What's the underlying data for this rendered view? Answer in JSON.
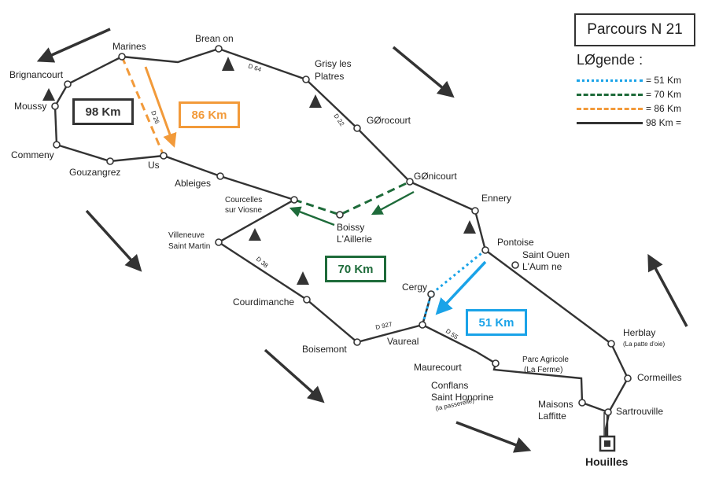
{
  "title": "Parcours N  21",
  "legend": {
    "heading": "LØgende :",
    "entries": [
      {
        "label": "= 51 Km",
        "color": "#1aa3e8",
        "style": "dotted"
      },
      {
        "label": "= 70 Km",
        "color": "#1e6b3a",
        "style": "dashed"
      },
      {
        "label": "= 86 Km",
        "color": "#f29a3a",
        "style": "dashed"
      },
      {
        "label": "98 Km  =",
        "color": "#333333",
        "style": "solid"
      }
    ]
  },
  "distance_boxes": {
    "km98": {
      "label": "98 Km",
      "color": "#333333"
    },
    "km86": {
      "label": "86 Km",
      "color": "#f29a3a"
    },
    "km70": {
      "label": "70 Km",
      "color": "#1e6b3a"
    },
    "km51": {
      "label": "51 Km",
      "color": "#1aa3e8"
    }
  },
  "places": {
    "marines": "Marines",
    "breancon": "Brean on",
    "brignancourt": "Brignancourt",
    "moussy": "Moussy",
    "commeny": "Commeny",
    "gouzangrez": "Gouzangrez",
    "us": "Us",
    "ableiges": "Ableiges",
    "grisy1": "Grisy les",
    "grisy2": "Platres",
    "gerocourt": "GØrocourt",
    "genicourt": "GØnicourt",
    "ennery": "Ennery",
    "courcelles1": "Courcelles",
    "courcelles2": "sur Viosne",
    "boissy1": "Boissy",
    "boissy2": "L'Aillerie",
    "villeneuve1": "Villeneuve",
    "villeneuve2": "Saint Martin",
    "pontoise": "Pontoise",
    "saintouen1": "Saint Ouen",
    "saintouen2": "L'Aum ne",
    "cergy": "Cergy",
    "courdimanche": "Courdimanche",
    "boisemont": "Boisemont",
    "vaureal": "Vaureal",
    "maurecourt": "Maurecourt",
    "parc1": "Parc Agricole",
    "parc2": "(La Ferme)",
    "conflans1": "Conflans",
    "conflans2": "Saint Honorine",
    "conflans3": "(la passerelle)",
    "herblay1": "Herblay",
    "herblay2": "(La patte d'oie)",
    "cormeilles": "Cormeilles",
    "maisons1": "Maisons",
    "maisons2": "Laffitte",
    "sartrouville": "Sartrouville",
    "houilles": "Houilles"
  },
  "roads": {
    "d64": "D 64",
    "d26": "D 26",
    "d22": "D 22",
    "d38": "D 38",
    "d927": "D 927",
    "d55": "D 55"
  }
}
